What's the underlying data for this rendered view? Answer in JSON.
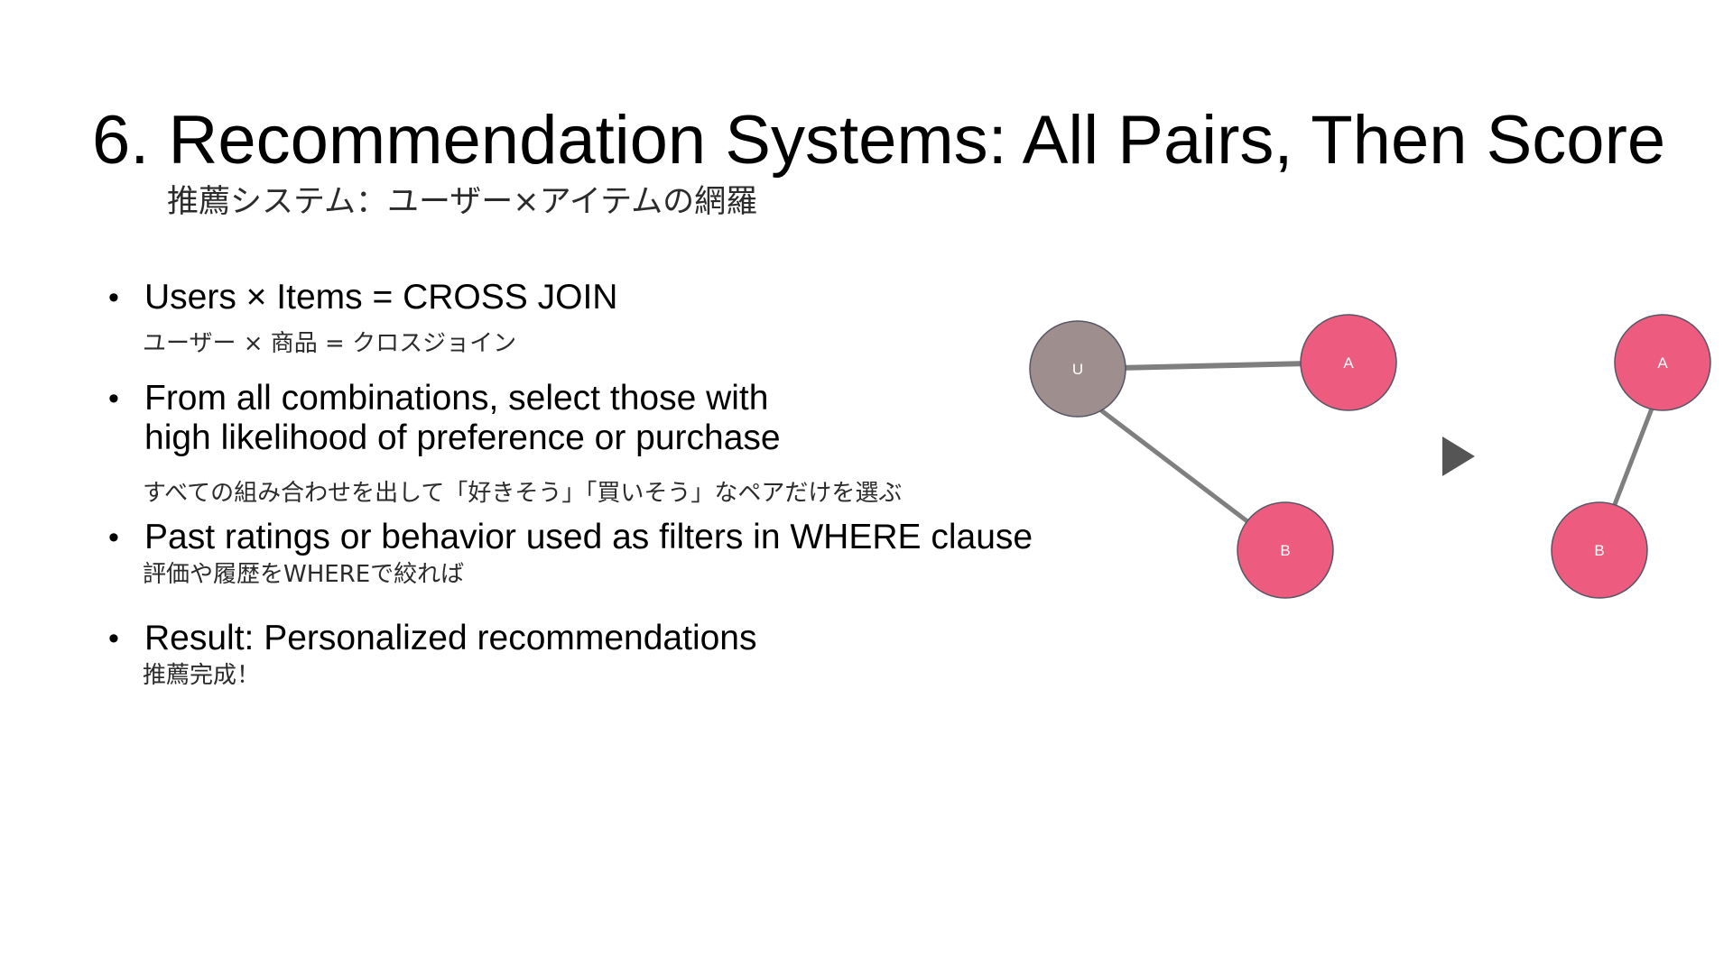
{
  "slide": {
    "title": "6. Recommendation Systems: All Pairs, Then Score",
    "subtitle": "推薦システム：ユーザー×アイテムの網羅"
  },
  "bullets": [
    {
      "marker": "•",
      "main": "Users × Items = CROSS JOIN",
      "sub": "ユーザー × 商品 = クロスジョイン"
    },
    {
      "marker": "•",
      "main_line1": "From all combinations, select those with",
      "main_line2": "high likelihood of preference or purchase",
      "sub": "すべての組み合わせを出して「好きそう」「買いそう」なペアだけを選ぶ"
    },
    {
      "marker": "•",
      "main": "Past ratings or behavior used as filters in WHERE clause",
      "sub": "評価や履歴をWHEREで絞れば"
    },
    {
      "marker": "•",
      "main": "Result: Personalized recommendations",
      "sub": "推薦完成！"
    }
  ],
  "diagram": {
    "left_graph": {
      "nodes": [
        {
          "id": "user",
          "label": "U",
          "color": "#9e8e8e"
        },
        {
          "id": "a",
          "label": "A",
          "color": "#ed5b7e"
        },
        {
          "id": "b",
          "label": "B",
          "color": "#ed5b7e"
        }
      ],
      "edges": [
        [
          "user",
          "a"
        ],
        [
          "user",
          "b"
        ]
      ]
    },
    "arrow": {
      "icon": "play-triangle-icon",
      "color": "#555555"
    },
    "right_graph": {
      "nodes": [
        {
          "id": "a",
          "label": "A",
          "color": "#ed5b7e"
        },
        {
          "id": "b",
          "label": "B",
          "color": "#ed5b7e"
        }
      ],
      "edges": [
        [
          "a",
          "b"
        ]
      ]
    },
    "edge_color": "#7f7f7f",
    "node_stroke": "#555566"
  }
}
